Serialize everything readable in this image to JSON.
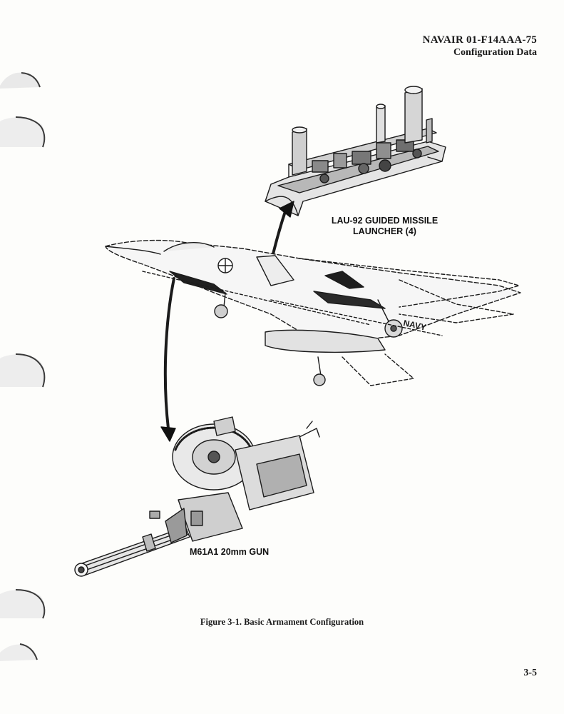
{
  "header": {
    "doc_id": "NAVAIR 01-F14AAA-75",
    "section_title": "Configuration Data"
  },
  "figure": {
    "callouts": {
      "launcher": "LAU-92 GUIDED MISSILE\nLAUNCHER (4)",
      "launcher_line1": "LAU-92 GUIDED MISSILE",
      "launcher_line2": "LAUNCHER (4)",
      "gun": "M61A1 20mm GUN"
    },
    "aircraft_marking": "NAVY",
    "caption": "Figure 3-1. Basic Armament Configuration"
  },
  "footer": {
    "page_number": "3-5"
  }
}
